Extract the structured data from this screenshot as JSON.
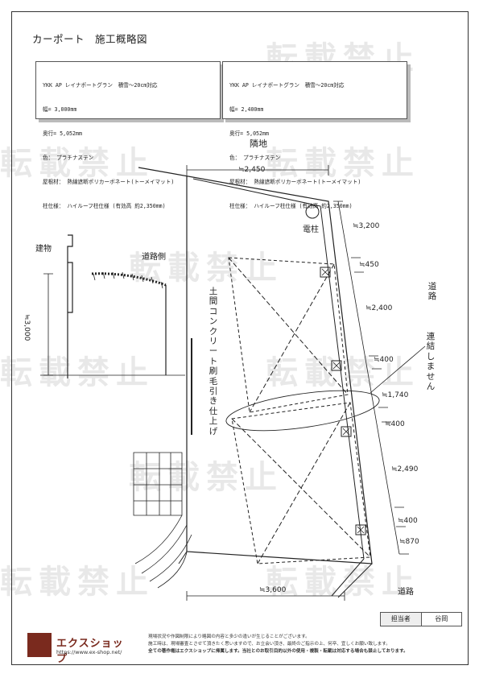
{
  "title": "カーポート　施工概略図",
  "spec_left": {
    "lines": [
      "YKK AP レイナポートグラン　積雪～20cm対応",
      "幅= 3,000mm",
      "奥行= 5,052mm",
      "色： プラチナステン",
      "屋根材： 熱線遮断ポリカーボネート(トーメイマット)",
      "柱仕様： ハイルーフ柱仕様 (有効高 約2,350mm)"
    ]
  },
  "spec_right": {
    "lines": [
      "YKK AP レイナポートグラン　積雪～20cm対応",
      "幅= 2,400mm",
      "奥行= 5,052mm",
      "色： プラチナステン",
      "屋根材： 熱線遮断ポリカーボネート(トーメイマット)",
      "柱仕様： ハイルーフ柱仕様 (有効高 約2,350mm)"
    ]
  },
  "labels": {
    "neighbor": "隣地",
    "building": "建物",
    "road_side": "道路側",
    "pole": "電柱",
    "road_right": "道路",
    "road_bottom": "道路",
    "not_connected": "連結しません",
    "concrete": "土間コンクリート刷毛引き仕上げ"
  },
  "dims": {
    "top": "≒2,450",
    "bottom": "≒3,600",
    "height": "≒3,000",
    "r1": "≒3,200",
    "r2": "≒450",
    "r3": "≒2,400",
    "r4": "≒400",
    "r5": "≒1,740",
    "r6": "≒400",
    "r7": "≒2,490",
    "r8": "≒400",
    "r9": "≒870"
  },
  "footer": {
    "brand": "エクスショップ",
    "url": "https://www.ex-shop.net/",
    "notes": [
      "現場状況や作図制限により略図の内容と多少の違いが生じることがございます。",
      "施工時は、現場審査とさせて頂きたく思いますので、お立会い頂き、最終のご指示の上、何卒、宜しくお願い致します。",
      "全ての著作権はエクスショップに帰属します。当社とのお取引目的以外の使用・複製・転載は対応する場合も禁止しております。"
    ],
    "stamp_label": "担当者",
    "stamp_name": "谷岡"
  },
  "watermark": "転載禁止"
}
